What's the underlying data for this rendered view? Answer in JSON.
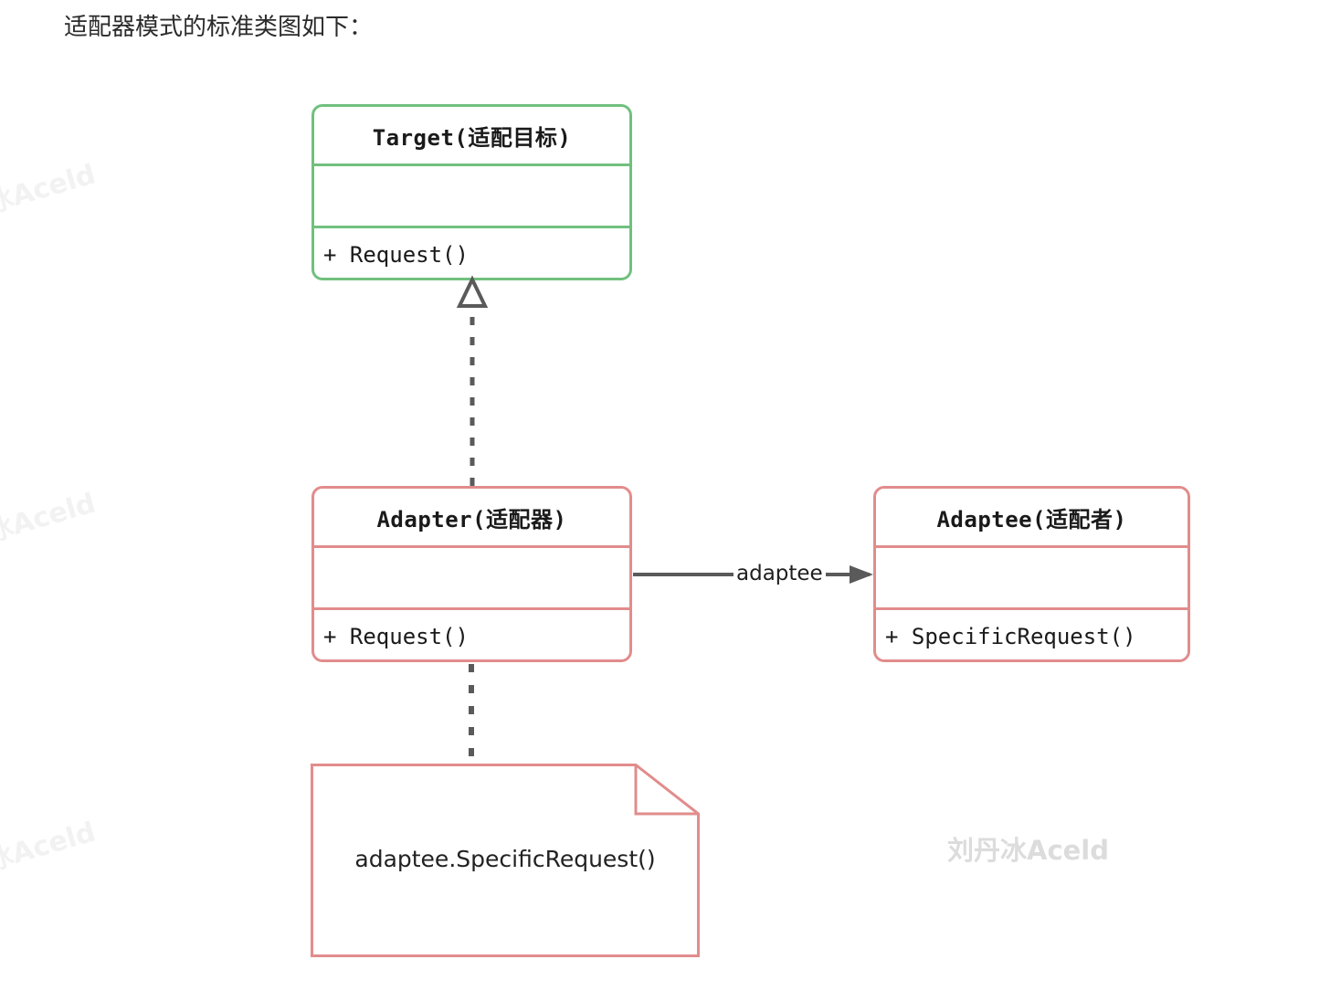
{
  "page": {
    "title": "适配器模式的标准类图如下：",
    "background_color": "#ffffff"
  },
  "watermarks": {
    "main": "刘丹冰Aceld",
    "edge": [
      "冰Aceld",
      "冰Aceld",
      "冰Aceld"
    ],
    "main_color": "#dcdcdc",
    "edge_color": "#f2f2f3"
  },
  "diagram": {
    "type": "uml-class-diagram",
    "classes": [
      {
        "id": "target",
        "name": "Target(适配目标)",
        "attributes": [],
        "methods": [
          "+ Request()"
        ],
        "border_color": "#71c07f",
        "fill_color": "#ffffff"
      },
      {
        "id": "adapter",
        "name": "Adapter(适配器)",
        "attributes": [],
        "methods": [
          "+ Request()"
        ],
        "border_color": "#e28c8c",
        "fill_color": "#ffffff"
      },
      {
        "id": "adaptee",
        "name": "Adaptee(适配者)",
        "attributes": [],
        "methods": [
          "+ SpecificRequest()"
        ],
        "border_color": "#e28c8c",
        "fill_color": "#ffffff"
      }
    ],
    "notes": [
      {
        "id": "adapter-note",
        "text": "adaptee.SpecificRequest()",
        "border_color": "#e28c8c",
        "attached_to": "adapter"
      }
    ],
    "relations": [
      {
        "id": "realization",
        "from": "adapter",
        "to": "target",
        "kind": "realization",
        "line": "dashed",
        "arrowhead": "hollow-triangle",
        "label": "",
        "color": "#5a5a5a"
      },
      {
        "id": "association",
        "from": "adapter",
        "to": "adaptee",
        "kind": "association",
        "line": "solid",
        "arrowhead": "filled-arrow",
        "label": "adaptee",
        "color": "#5a5a5a"
      },
      {
        "id": "note-link",
        "from": "adapter",
        "to": "adapter-note",
        "kind": "note-anchor",
        "line": "dashed",
        "arrowhead": "none",
        "label": "",
        "color": "#5a5a5a"
      }
    ]
  }
}
